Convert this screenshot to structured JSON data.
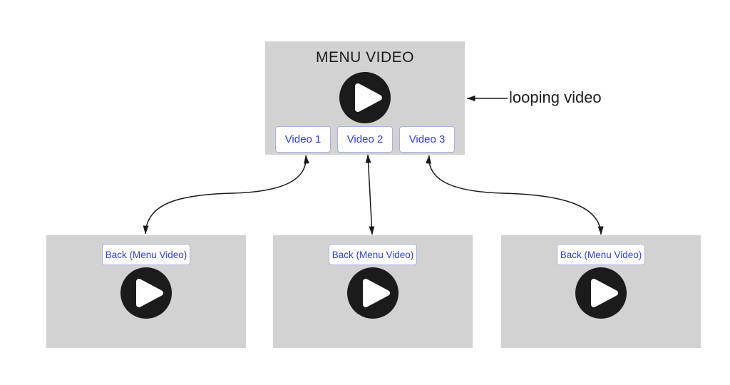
{
  "colors": {
    "background": "#ffffff",
    "screen_bg": "#d2d2d2",
    "button_bg": "#ffffff",
    "button_border": "#a9b1de",
    "button_text": "#3040c8",
    "play_button": "#1b1b1b",
    "play_glyph": "#ffffff",
    "arrow": "#1a1a1a",
    "title_text": "#1c1c1c"
  },
  "menu_screen": {
    "title": "MENU VIDEO",
    "buttons": [
      "Video 1",
      "Video 2",
      "Video 3"
    ]
  },
  "annotation": {
    "text": "looping video"
  },
  "video_screens": [
    {
      "back_button": "Back (Menu Video)"
    },
    {
      "back_button": "Back (Menu Video)"
    },
    {
      "back_button": "Back (Menu Video)"
    }
  ]
}
